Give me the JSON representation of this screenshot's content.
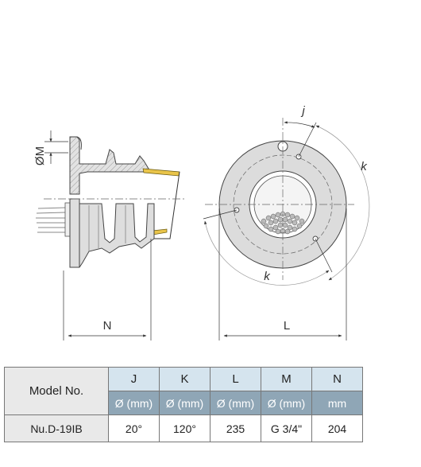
{
  "drawing": {
    "dim_m": "ØM",
    "dim_n": "N",
    "dim_l": "L",
    "dim_j": "j",
    "dim_k_upper": "k",
    "dim_k_lower": "k"
  },
  "table": {
    "model_header": "Model No.",
    "columns": [
      {
        "letter": "J",
        "unit": "Ø (mm)",
        "value": "20°"
      },
      {
        "letter": "K",
        "unit": "Ø (mm)",
        "value": "120°"
      },
      {
        "letter": "L",
        "unit": "Ø (mm)",
        "value": "235"
      },
      {
        "letter": "M",
        "unit": "Ø (mm)",
        "value": "G 3/4\""
      },
      {
        "letter": "N",
        "unit": "mm",
        "value": "204"
      }
    ],
    "model_value": "Nu.D-19IB"
  }
}
